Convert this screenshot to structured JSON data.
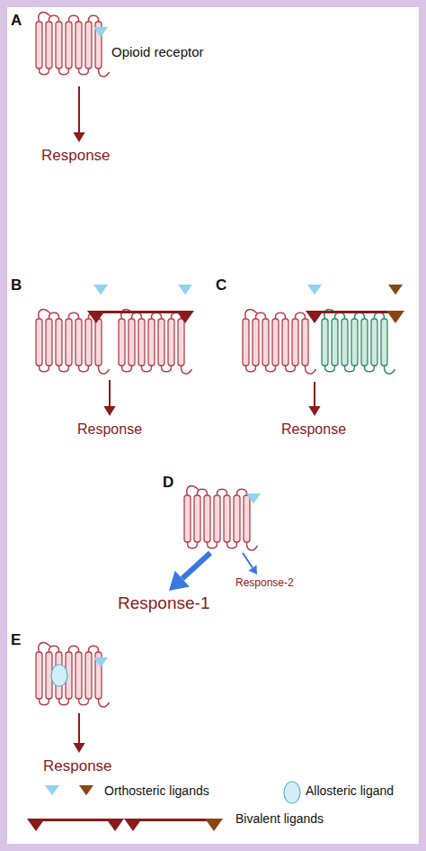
{
  "diagram": {
    "labels": [
      "A",
      "Opioid receptor",
      "Response",
      "B",
      "Response",
      "C",
      "Response",
      "D",
      "Response-1",
      "Response-2",
      "E",
      "Response"
    ],
    "legend": [
      {
        "text": "Orthosteric ligands"
      },
      {
        "text": "Allosteric ligand"
      },
      {
        "text": "Bivalent ligands"
      }
    ]
  }
}
